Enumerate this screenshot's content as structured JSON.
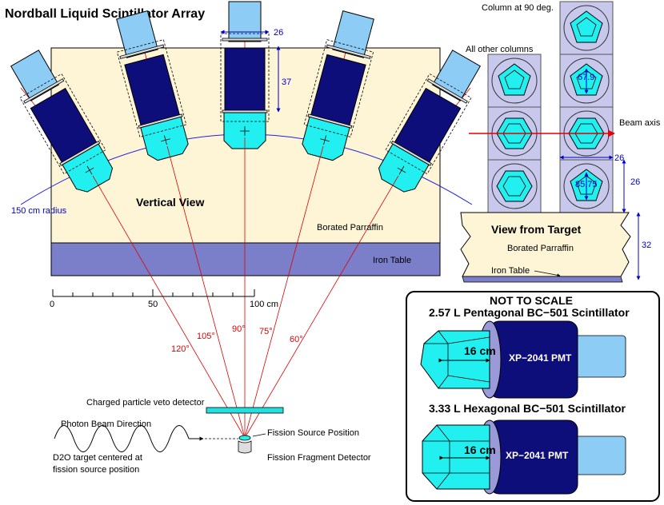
{
  "title": "Nordball Liquid Scintillator Array",
  "labels": {
    "vertical_view": "Vertical View",
    "radius": "150 cm radius",
    "borated_parraffin": "Borated Parraffin",
    "iron_table": "Iron Table",
    "dim_26": "26",
    "dim_37": "37",
    "scale_0": "0",
    "scale_50": "50",
    "scale_100": "100 cm",
    "angle_120": "120°",
    "angle_105": "105°",
    "angle_90": "90°",
    "angle_75": "75°",
    "angle_60": "60°",
    "veto": "Charged particle veto detector",
    "photon_beam": "Photon Beam Direction",
    "fission_source": "Fission Source Position",
    "fission_fragment": "Fission Fragment Detector",
    "d2o_line1": "D2O target centered at",
    "d2o_line2": "fission source position"
  },
  "target_view": {
    "column_90": "Column at 90 deg.",
    "other_columns": "All other columns",
    "beam_axis": "Beam axis",
    "dim_679": "67.9",
    "dim_8575": "85.75",
    "dim_26a": "26",
    "dim_26b": "26",
    "dim_32": "32",
    "view_title": "View from Target",
    "borated_parraffin": "Borated Parraffin",
    "iron_table": "Iron Table"
  },
  "inset": {
    "heading": "NOT TO SCALE",
    "pent_title": "2.57 L Pentagonal BC−501 Scintillator",
    "hex_title": "3.33 L Hexagonal BC−501 Scintillator",
    "length_1": "16 cm",
    "length_2": "16 cm",
    "pmt_1": "XP−2041 PMT",
    "pmt_2": "XP−2041 PMT"
  },
  "colors": {
    "parraffin": "#fdf5d6",
    "iron": "#7b7ec8",
    "scintillator": "#22f0f0",
    "pmt": "#0e0e7a",
    "light_guide": "#8dcdf5",
    "column_box": "#c8c8ec",
    "beam_red": "#e00000",
    "dim_blue": "#0000cc"
  }
}
